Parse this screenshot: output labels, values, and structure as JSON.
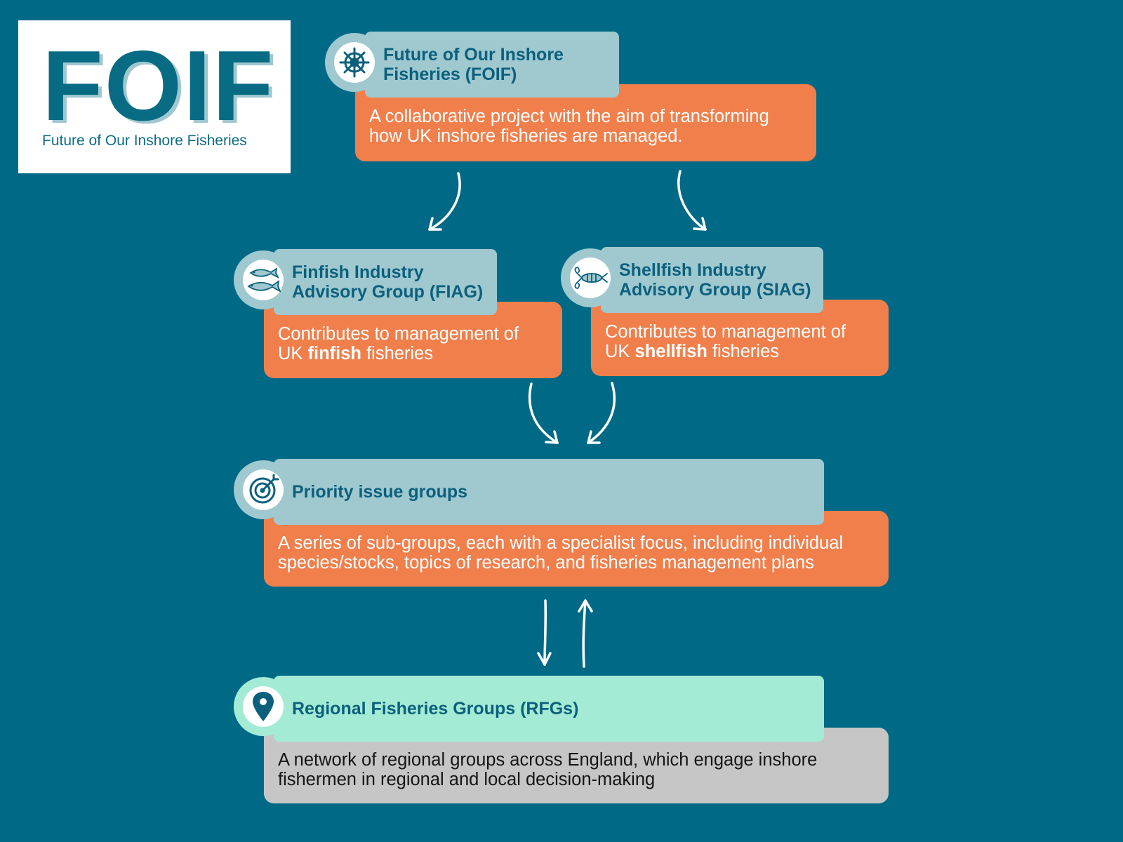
{
  "logo": {
    "mark": "FOIF",
    "subtitle": "Future of Our Inshore Fisheries"
  },
  "nodes": {
    "foif": {
      "title": "Future of Our Inshore\nFisheries (FOIF)",
      "description": "A collaborative project with the aim of transforming how UK inshore fisheries are managed.",
      "icon": "ship-wheel-icon"
    },
    "fiag": {
      "title": "Finfish Industry\nAdvisory Group (FIAG)",
      "description_prefix": "Contributes to management of UK ",
      "description_bold": "finfish",
      "description_suffix": " fisheries",
      "icon": "fish-icon"
    },
    "siag": {
      "title": "Shellfish Industry\nAdvisory Group (SIAG)",
      "description_prefix": "Contributes to management of UK ",
      "description_bold": "shellfish",
      "description_suffix": " fisheries",
      "icon": "lobster-icon"
    },
    "priority": {
      "title": "Priority issue groups",
      "description": "A series of sub-groups, each with a specialist focus, including individual species/stocks, topics of research, and fisheries management plans",
      "icon": "target-icon"
    },
    "rfg": {
      "title": "Regional Fisheries Groups (RFGs)",
      "description": "A network of regional groups across England, which engage inshore fishermen in regional and local decision-making",
      "icon": "location-pin-icon"
    }
  },
  "colors": {
    "background": "#006a86",
    "title_tab": "#9fc8cf",
    "title_tab_mint": "#a4ebd5",
    "description_orange": "#f07f4c",
    "description_grey": "#c6c6c6",
    "title_text": "#0b607d"
  }
}
